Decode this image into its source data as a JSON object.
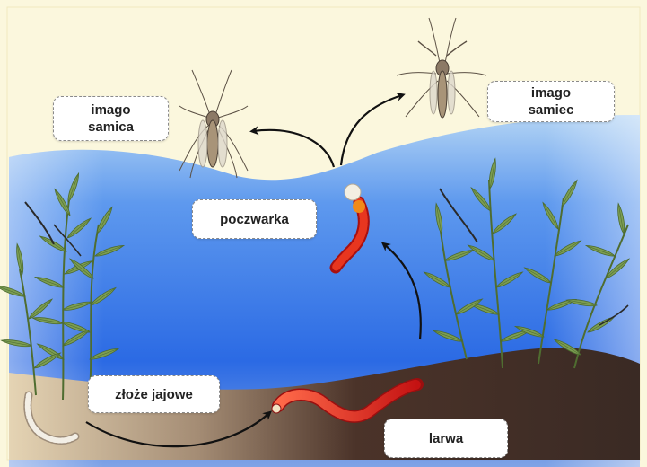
{
  "stages": {
    "female_adult": {
      "line1": "imago",
      "line2": "samica"
    },
    "male_adult": {
      "line1": "imago",
      "line2": "samiec"
    },
    "pupa": {
      "label": "poczwarka"
    },
    "egg_mass": {
      "label": "złoże jajowe"
    },
    "larva": {
      "label": "larwa"
    }
  },
  "colors": {
    "sky": "#fbf7dd",
    "water_top": "#a9cdf2",
    "water_deep": "#1f62e0",
    "mud": "#3b2a23",
    "sand": "#d7c4a2",
    "plant": "#7a9a4e",
    "larva_red": "#d81c1c"
  }
}
